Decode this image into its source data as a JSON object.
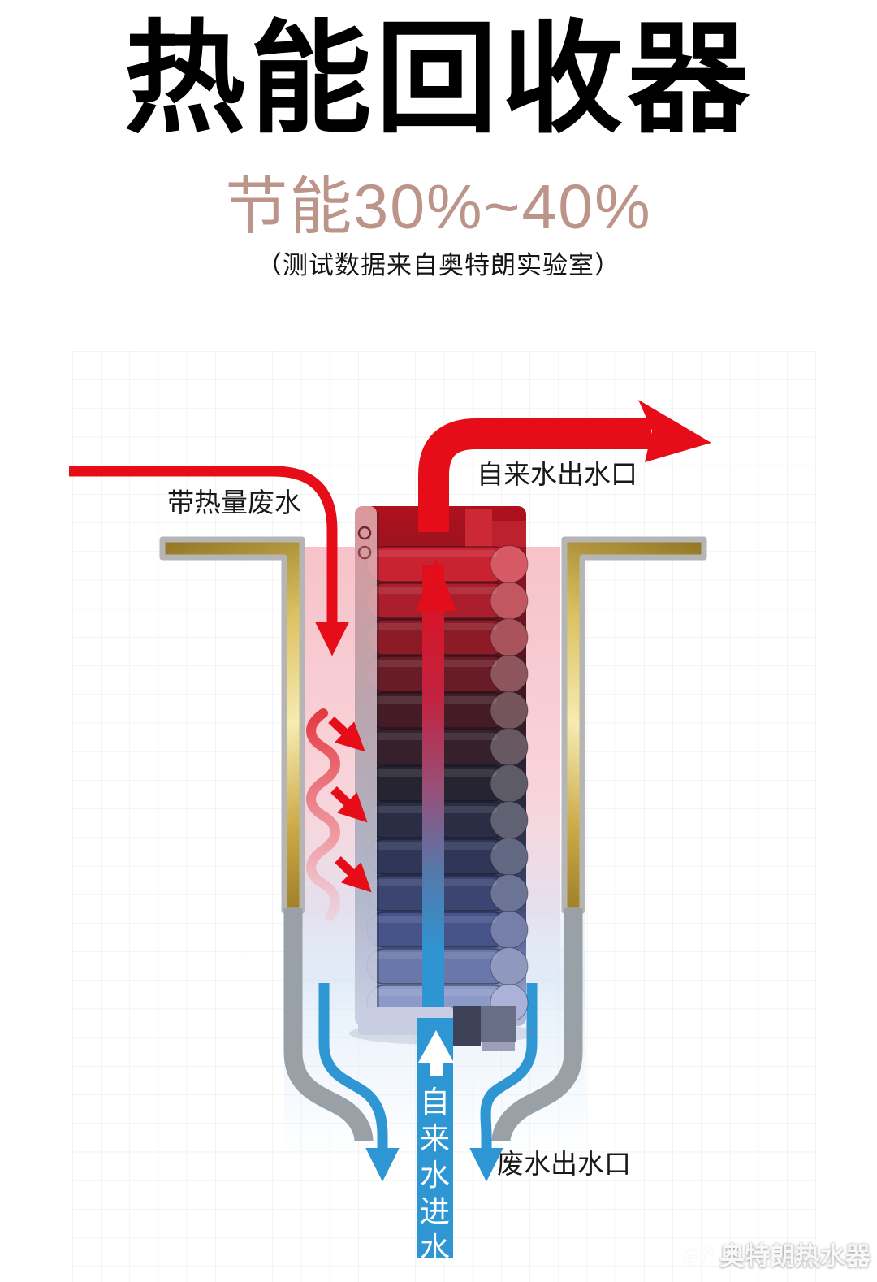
{
  "header": {
    "title": "热能回收器",
    "subtitle": "节能30%~40%",
    "note": "（测试数据来自奥特朗实验室）"
  },
  "diagram": {
    "labels": {
      "waste_in": "带热量废水",
      "tap_out": "自来水出水口",
      "waste_out": "废水出水口",
      "tap_in": "自来水进水"
    },
    "colors": {
      "accent_red": "#e60d19",
      "accent_blue": "#2e96d3",
      "gold_mid": "#d9bd62",
      "pipe_gray": "#99a0a6",
      "chamber_pink": "#f6c3c9",
      "subtitle_rose": "#bd948a",
      "coil_gradient": [
        "#c92231",
        "#8c1b26",
        "#451c26",
        "#272432",
        "#2f3658",
        "#47548c",
        "#8d99c9"
      ]
    }
  },
  "watermark": {
    "icon": "weibo-icon",
    "text": "奥特朗热水器"
  }
}
